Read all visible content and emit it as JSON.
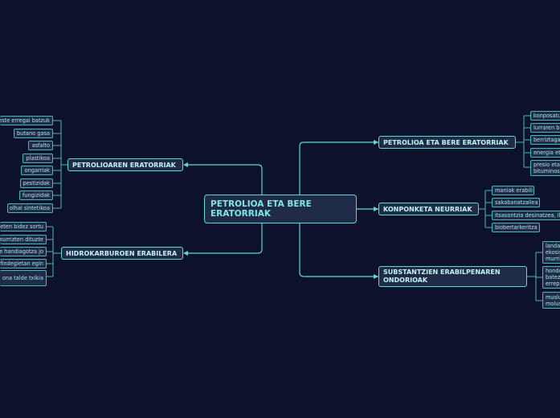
{
  "root": {
    "line1": "PETROLIOA ETA BERE",
    "line2": "ERATORRIAK"
  },
  "branches": {
    "eratorriak": {
      "label": "PETROLIOAREN ERATORRIAK",
      "items": [
        "beste erregai batzuk",
        "butano gasa",
        "asfalto",
        "plastikoa",
        "ongarriak",
        "pestizidak",
        "fungizidak",
        "olhal sintetikoa"
      ]
    },
    "hidrokarburoen": {
      "label": "HIDROKARBUROEN ERABILERA",
      "items": [
        "eten bidez sortu",
        "murrizten dituzte",
        "e handiagotza jo",
        "findegietan egin",
        "ona talde txikia"
      ]
    },
    "petrolioa": {
      "label": "PETROLIOA ETA BERE ERATORRIAK",
      "items": [
        "konposatu",
        "lurraren ba",
        "berriztaga",
        "energia eta"
      ],
      "multi": {
        "line1": "presio eta",
        "line2": "bituminoso"
      }
    },
    "konponketa": {
      "label": "KONPONKETA NEURRIAK",
      "items": [
        "maniak erabili",
        "sakabanatzailea",
        "itsasontzia desinatzea, il",
        "biobertarkeritza"
      ]
    },
    "substantzien": {
      "line1": "SUBSTANTZIEN ERABILPENAREN",
      "line2": "ONDORIOAK",
      "items": [
        {
          "line1": "landa",
          "line2": "ekosis",
          "line3": "murriz"
        },
        {
          "line1": "hondo",
          "line2": "batez",
          "line3": "errepr"
        },
        {
          "line1": "muslu",
          "line2": "molus"
        }
      ]
    }
  },
  "colors": {
    "background": "#0b1229",
    "line": "#5fd8d8",
    "node_fill": "#202c47",
    "text": "#bfeeee"
  }
}
